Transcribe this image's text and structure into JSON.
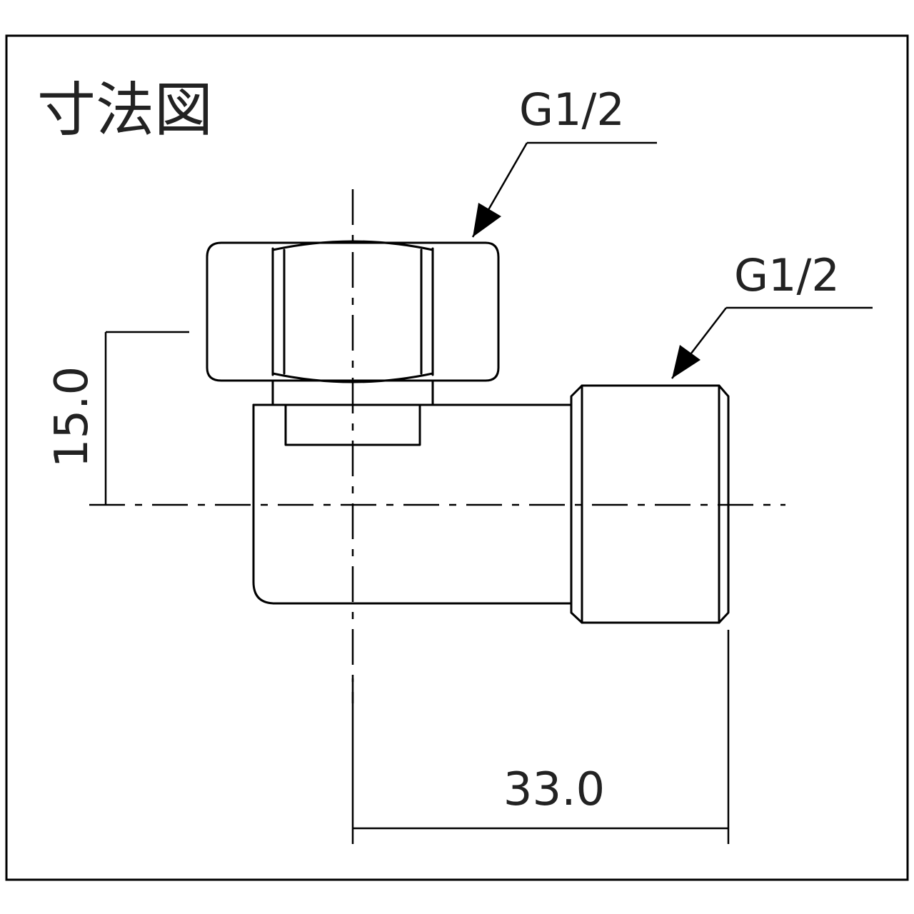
{
  "title": "寸法図",
  "callouts": {
    "top_thread": "G1/2",
    "side_thread": "G1/2"
  },
  "dimensions": {
    "height_offset": "15.0",
    "length": "33.0"
  },
  "colors": {
    "line": "#000000",
    "text": "#222222",
    "background": "#ffffff"
  }
}
